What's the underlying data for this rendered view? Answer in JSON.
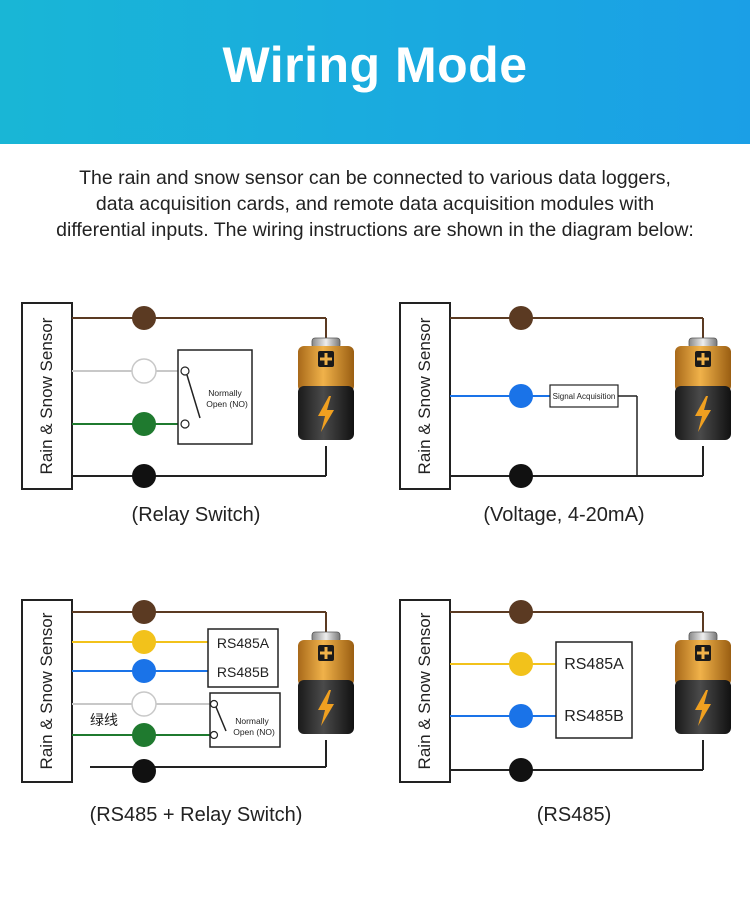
{
  "header": {
    "title": "Wiring Mode"
  },
  "intro": {
    "lines": [
      "The rain and snow sensor can be connected to various data loggers,",
      "data acquisition cards, and remote data acquisition modules with",
      "differential inputs. The wiring instructions are shown in the diagram below:"
    ]
  },
  "colors": {
    "brown": "#5b3a22",
    "white": "#ffffff",
    "green": "#1f7a2f",
    "black": "#111111",
    "blue": "#1a73e8",
    "yellow": "#f2c21b",
    "header_from": "#19b6d6",
    "header_to": "#1b9fe6"
  },
  "diagrams": {
    "relay": {
      "sensor_label": "Rain & Snow Sensor",
      "box_label_1": "Normally",
      "box_label_2": "Open (NO)",
      "caption": "(Relay Switch)"
    },
    "voltage": {
      "sensor_label": "Rain & Snow Sensor",
      "box_label": "Signal Acquisition",
      "caption": "(Voltage, 4-20mA)"
    },
    "rs485_relay": {
      "sensor_label": "Rain & Snow Sensor",
      "rs485a": "RS485A",
      "rs485b": "RS485B",
      "green_wire_label": "绿线",
      "box_label_1": "Normally",
      "box_label_2": "Open (NO)",
      "caption": "(RS485 + Relay Switch)"
    },
    "rs485": {
      "sensor_label": "Rain & Snow Sensor",
      "rs485a": "RS485A",
      "rs485b": "RS485B",
      "caption": "(RS485)"
    }
  },
  "battery": {
    "plus": "+",
    "icon": "lightning-bolt-icon"
  }
}
